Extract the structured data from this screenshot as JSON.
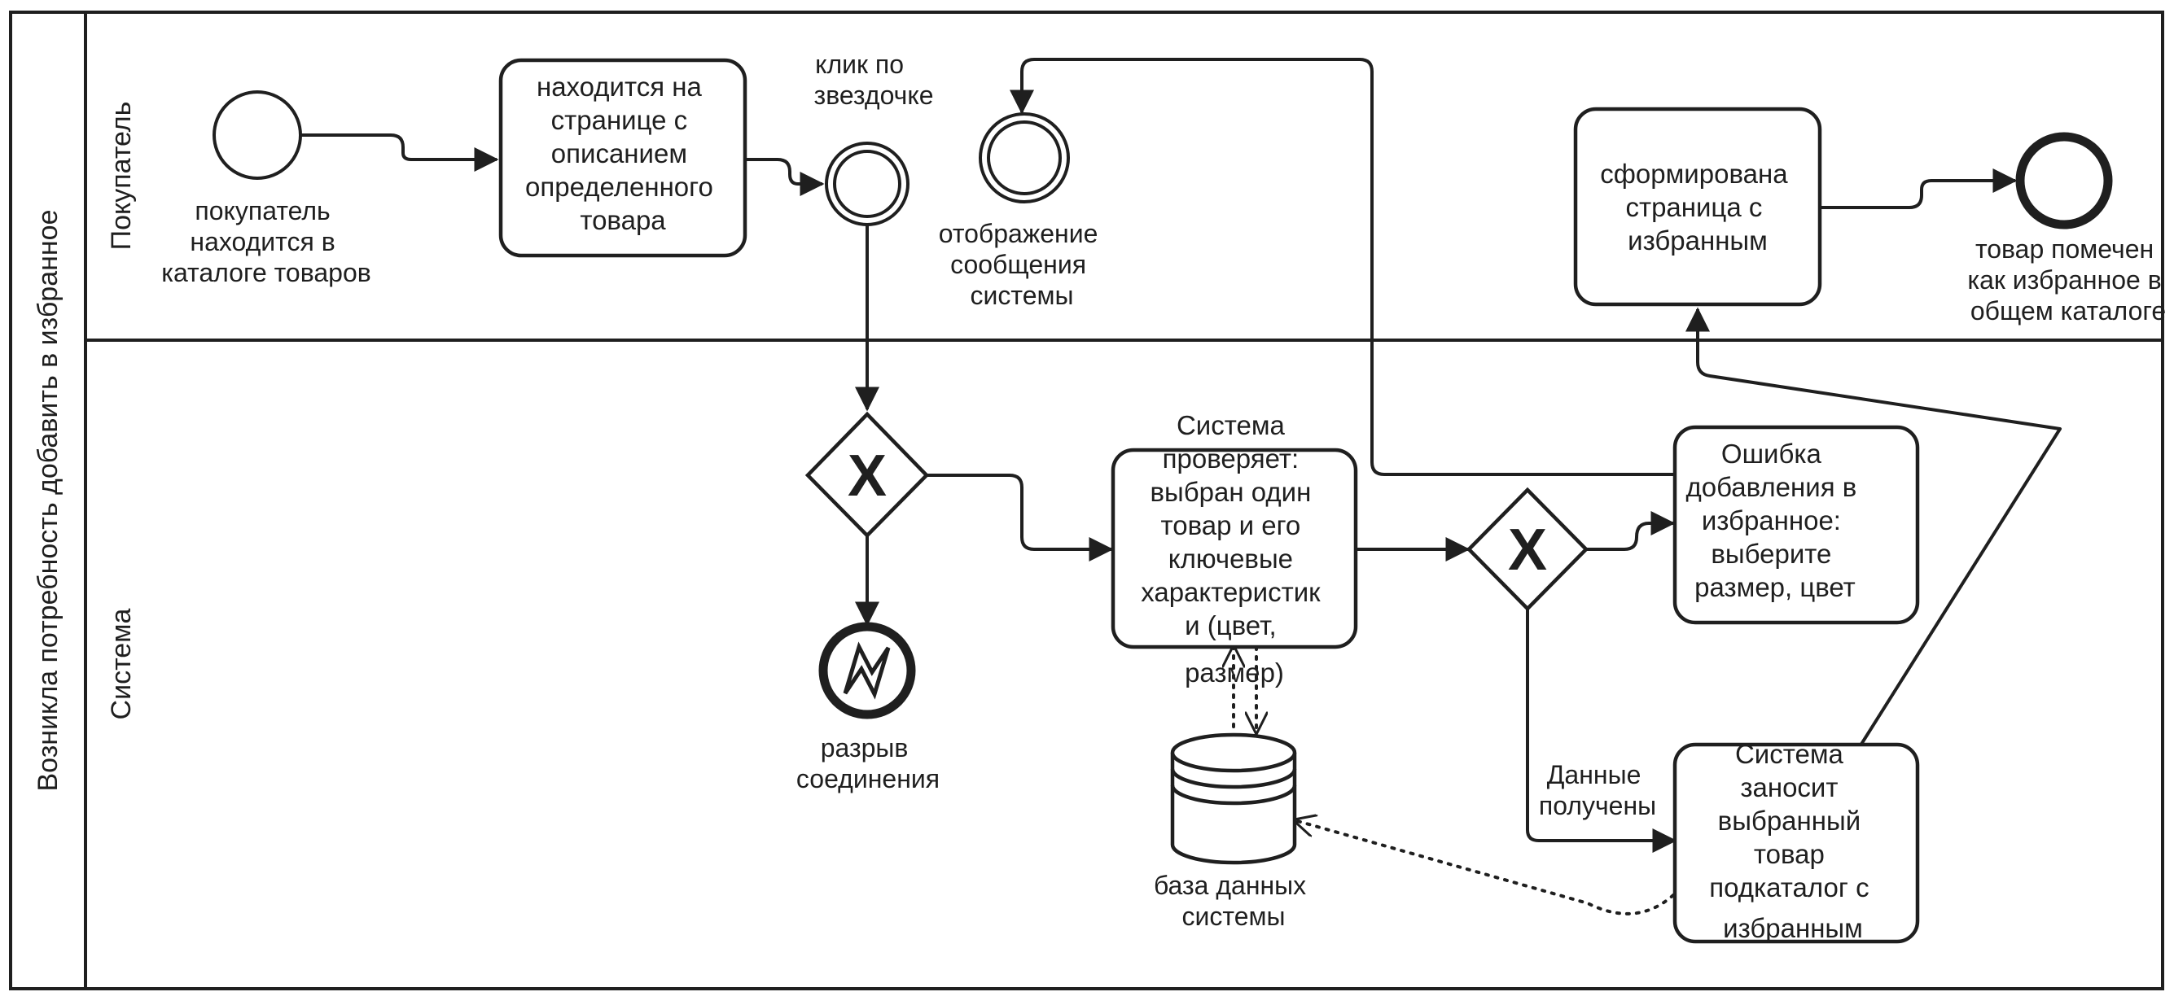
{
  "pool": {
    "title": "Возникла потребность добавить в избранное"
  },
  "lanes": {
    "buyer": "Покупатель",
    "system": "Система"
  },
  "events": {
    "start": [
      "покупатель",
      "находится в",
      "каталоге товаров"
    ],
    "click": [
      "клик по",
      "звездочке"
    ],
    "message": [
      "отображение",
      "сообщения",
      "системы"
    ],
    "end": [
      "товар помечен",
      "как избранное в",
      "общем каталоге"
    ],
    "error": [
      "разрыв",
      "соединения"
    ]
  },
  "tasks": {
    "on_page": [
      "находится на",
      "странице с",
      "описанием",
      "определенного",
      "товара"
    ],
    "favorites_page": [
      "сформирована",
      "страница с",
      "избранным"
    ],
    "check": [
      "Система",
      "проверяет:",
      "выбран один",
      "товар и его",
      "ключевые",
      "характеристик",
      "и (цвет,",
      "размер)"
    ],
    "add_error": [
      "Ошибка",
      "добавления в",
      "избранное:",
      "выберите",
      "размер, цвет"
    ],
    "save": [
      "Система",
      "заносит",
      "выбранный",
      "товар",
      "подкаталог с",
      "избранным"
    ]
  },
  "gateways": {
    "marker": "X"
  },
  "datastore": {
    "label": [
      "база данных",
      "системы"
    ]
  },
  "flows": {
    "data_received": [
      "Данные",
      "получены"
    ]
  }
}
